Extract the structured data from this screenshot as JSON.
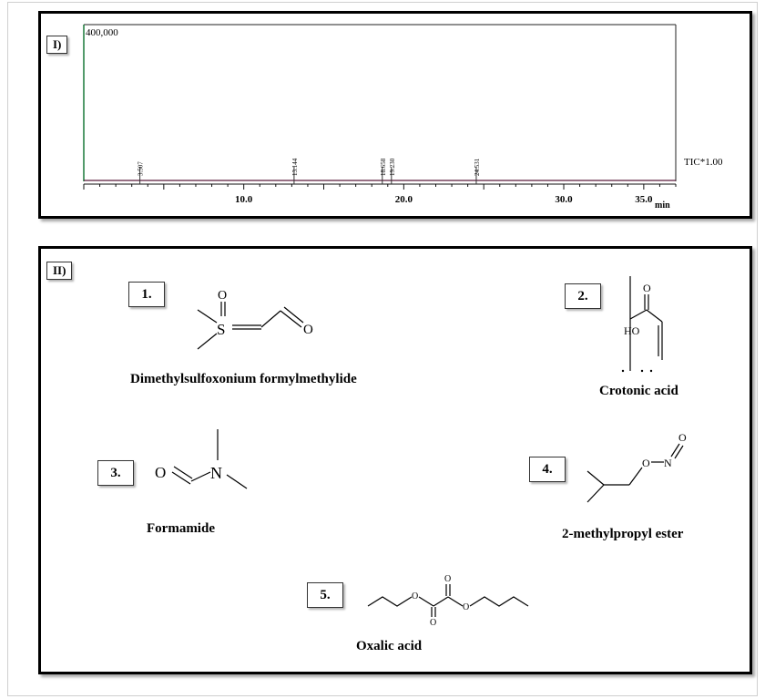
{
  "panel1": {
    "label": "I)",
    "chart_data": {
      "type": "line",
      "ymax_label": "400,000",
      "xlabel": "min",
      "series_label": "TIC*1.00",
      "xlim": [
        0,
        37.0
      ],
      "x_ticks": [
        "10.0",
        "20.0",
        "30.0",
        "35.0"
      ],
      "x_tick_values": [
        10.0,
        20.0,
        30.0,
        35.0
      ],
      "peaks": [
        {
          "x": 3.507,
          "label": "3.507"
        },
        {
          "x": 13.144,
          "label": "13.144"
        },
        {
          "x": 18.658,
          "label": "18.658"
        },
        {
          "x": 19.23,
          "label": "19.230"
        },
        {
          "x": 24.531,
          "label": "24.531"
        }
      ],
      "colors": {
        "axis_left": "#1a7a3a",
        "baseline": "#5a1a3a"
      }
    }
  },
  "panel2": {
    "label": "II)",
    "compounds": [
      {
        "num": "1.",
        "name": "Dimethylsulfoxonium formylmethylide"
      },
      {
        "num": "2.",
        "name": "Crotonic acid"
      },
      {
        "num": "3.",
        "name": "Formamide"
      },
      {
        "num": "4.",
        "name": "2-methylpropyl ester"
      },
      {
        "num": "5.",
        "name": "Oxalic acid"
      }
    ],
    "atoms": {
      "s": "S",
      "o": "O",
      "n": "N",
      "ho": "HO"
    }
  }
}
